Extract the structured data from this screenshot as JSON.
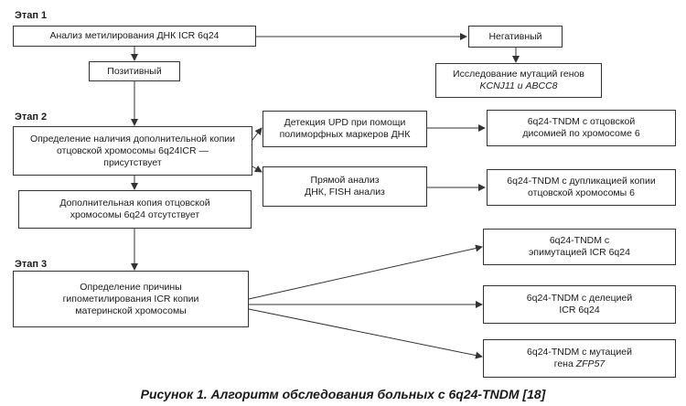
{
  "stages": {
    "s1": "Этап 1",
    "s2": "Этап 2",
    "s3": "Этап 3"
  },
  "boxes": {
    "analysis": "Анализ метилирования ДНК ICR 6q24",
    "positive": "Позитивный",
    "negative": "Негативный",
    "mutations_line1": "Исследование мутаций генов",
    "mutations_line2": "KCNJ11 и ABCC8",
    "extra_copy_present": "Определение наличия дополнительной копии отцовской хромосомы 6q24ICR — присутствует",
    "extra_copy_absent": "Дополнительная копия отцовской хромосомы 6q24 отсутствует",
    "upd_detect": "Детекция UPD при помощи полиморфных маркеров ДНК",
    "direct_analysis_line1": "Прямой анализ",
    "direct_analysis_line2": "ДНК, FISH анализ",
    "tndm_disomy": "6q24-TNDM с отцовской дисомией по хромосоме 6",
    "tndm_duplication": "6q24-TNDM с дупликацией копии отцовской хромосомы 6",
    "hypomethylation_cause": "Определение причины гипометилирования ICR копии материнской хромосомы",
    "tndm_epimutation": "6q24-TNDM с эпимутацией ICR 6q24",
    "tndm_deletion": "6q24-TNDM с делецией ICR 6q24",
    "tndm_zfp57_line1": "6q24-TNDM с мутацией",
    "tndm_zfp57_line2": "гена ZFP57"
  },
  "caption": "Рисунок 1. Алгоритм обследования больных с 6q24-TNDM [18]"
}
